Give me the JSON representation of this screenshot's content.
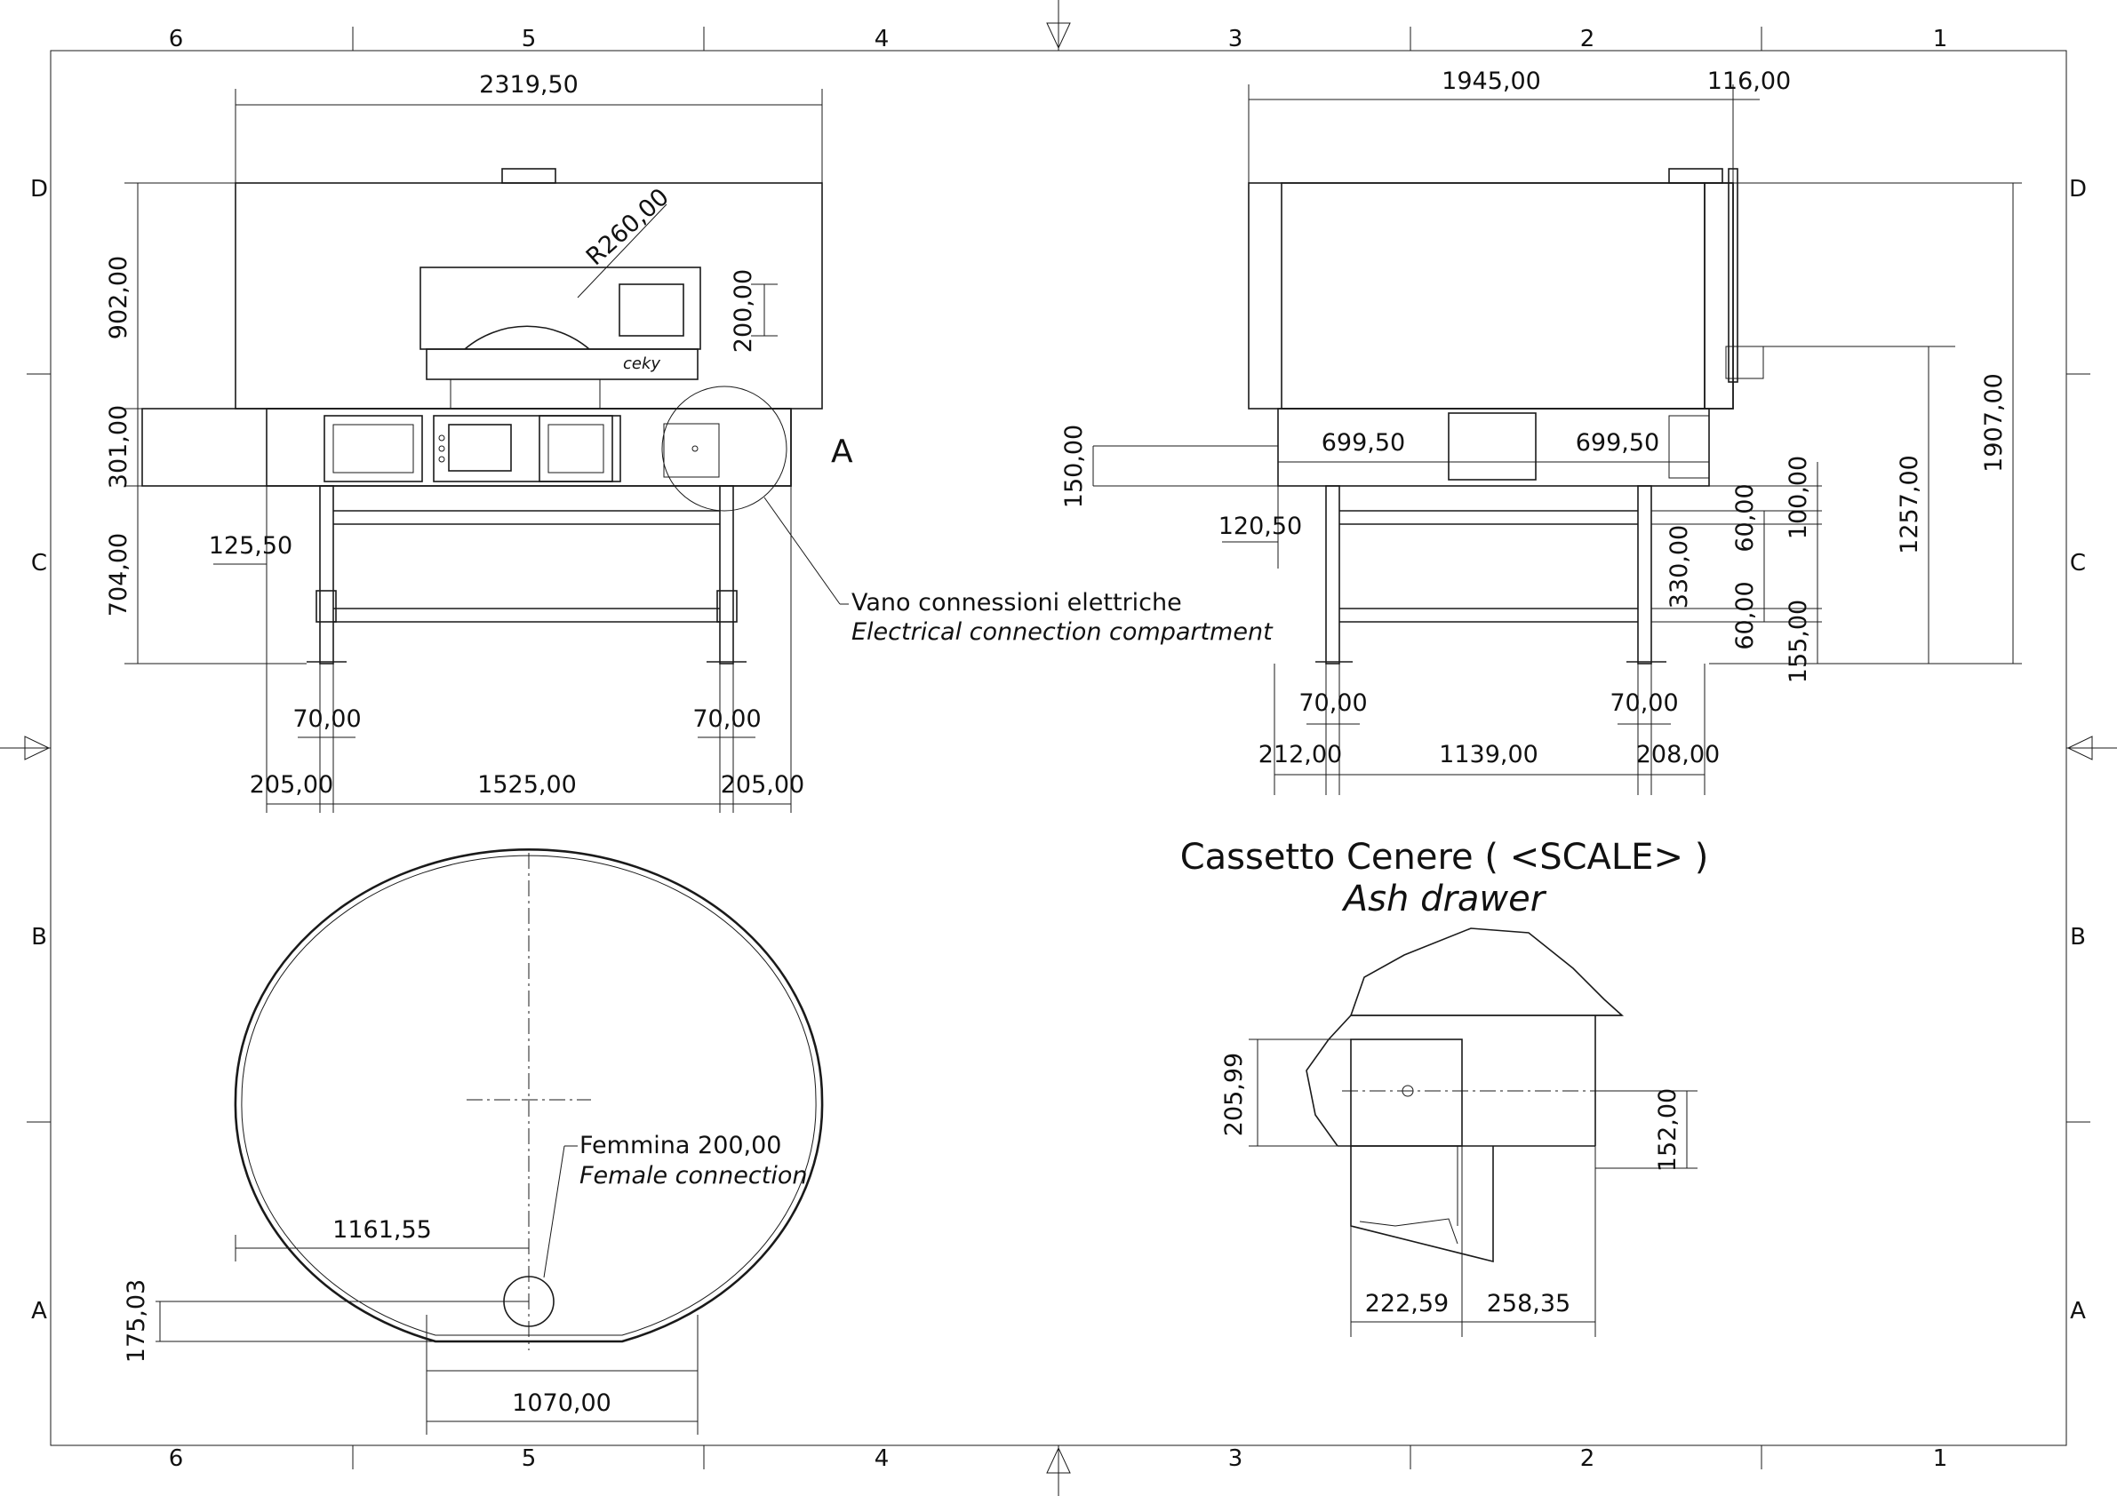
{
  "border": {
    "columns": [
      "6",
      "5",
      "4",
      "3",
      "2",
      "1"
    ],
    "rows": [
      "D",
      "C",
      "B",
      "A"
    ]
  },
  "front_view": {
    "dims": {
      "overall_width": "2319,50",
      "top_height": "902,00",
      "base_height": "301,00",
      "leg_height": "704,00",
      "offset": "125,50",
      "radius": "R260,00",
      "door_height": "200,00",
      "leg_width_left": "70,00",
      "leg_width_right": "70,00",
      "overhang_left": "205,00",
      "leg_span": "1525,00",
      "overhang_right": "205,00"
    },
    "callout_letter": "A",
    "brand": "ceky",
    "note_it": "Vano connessioni elettriche",
    "note_en": "Electrical connection compartment"
  },
  "side_view": {
    "dims": {
      "body_width": "1945,00",
      "door_depth": "116,00",
      "vent_left": "699,50",
      "vent_right": "699,50",
      "vent_height": "150,00",
      "leg_offset": "120,50",
      "total_height": "1907,00",
      "mouth_height": "1257,00",
      "rail_upper_gap": "100,00",
      "rail_upper": "60,00",
      "rail_span": "330,00",
      "rail_lower": "60,00",
      "rail_floor": "155,00",
      "leg_width_left": "70,00",
      "leg_width_right": "70,00",
      "edge_left": "212,00",
      "leg_span": "1139,00",
      "edge_right": "208,00"
    }
  },
  "plan_view": {
    "dims": {
      "half_depth": "1161,55",
      "connection_offset": "175,03",
      "mouth_width": "1070,00"
    },
    "note_it": "Femmina 200,00",
    "note_en": "Female connection"
  },
  "detail": {
    "title_it": "Cassetto Cenere ( <SCALE> )",
    "title_en": "Ash drawer",
    "dims": {
      "drawer_height": "205,99",
      "hole_height": "152,00",
      "width_left": "222,59",
      "width_right": "258,35"
    }
  }
}
